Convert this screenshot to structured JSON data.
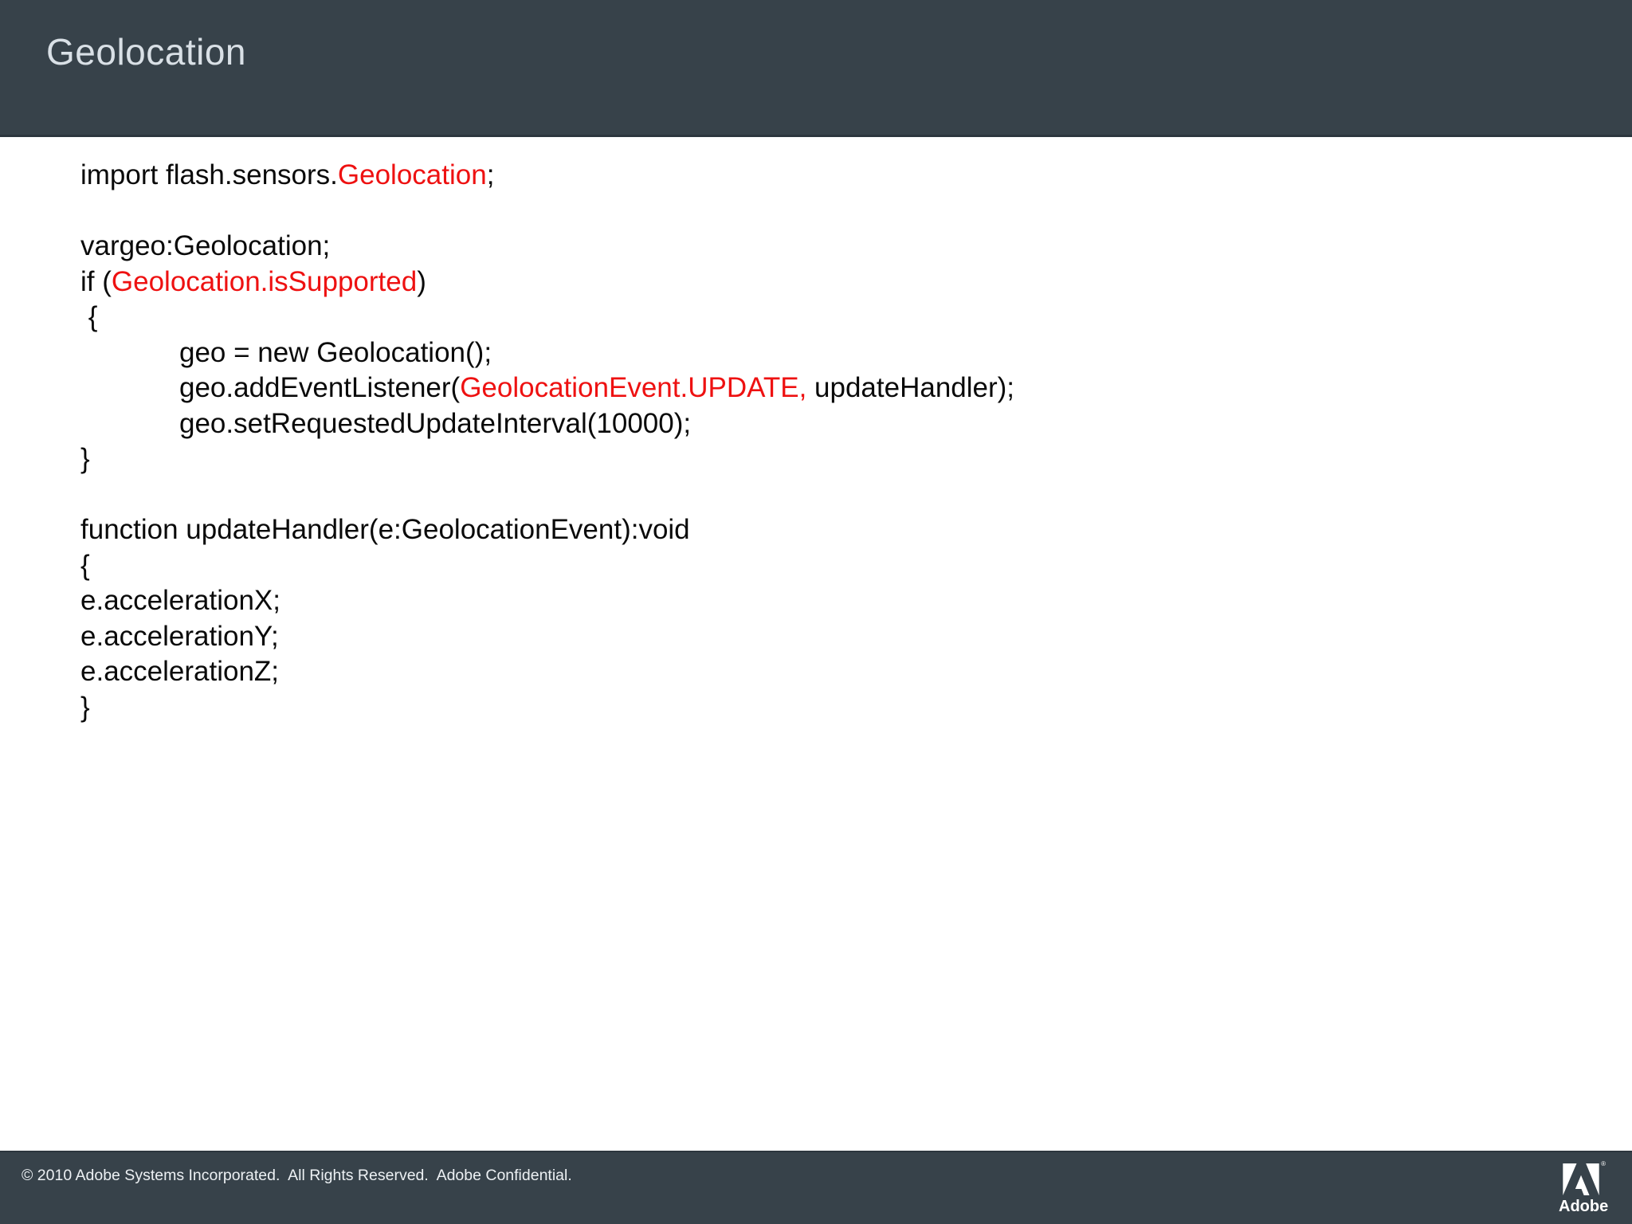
{
  "header": {
    "title": "Geolocation"
  },
  "colors": {
    "bar_bg": "#37424A",
    "red": "#EE1111",
    "title": "#D9E0E6",
    "footer_text": "#EDF1F4"
  },
  "code": {
    "lines": [
      {
        "indent": 0,
        "segments": [
          {
            "text": "import flash.sensors.",
            "color": "black"
          },
          {
            "text": "Geolocation",
            "color": "red"
          },
          {
            "text": ";",
            "color": "black"
          }
        ]
      },
      {
        "indent": 0,
        "segments": []
      },
      {
        "indent": 0,
        "segments": [
          {
            "text": "vargeo:Geolocation;",
            "color": "black"
          }
        ]
      },
      {
        "indent": 0,
        "segments": [
          {
            "text": "if (",
            "color": "black"
          },
          {
            "text": "Geolocation.isSupported",
            "color": "red"
          },
          {
            "text": ")",
            "color": "black"
          }
        ]
      },
      {
        "indent": 0,
        "segments": [
          {
            "text": " {",
            "color": "black"
          }
        ]
      },
      {
        "indent": 1,
        "segments": [
          {
            "text": "geo = new Geolocation();",
            "color": "black"
          }
        ]
      },
      {
        "indent": 1,
        "segments": [
          {
            "text": "geo.addEventListener(",
            "color": "black"
          },
          {
            "text": "GeolocationEvent.UPDATE,",
            "color": "red"
          },
          {
            "text": " updateHandler);",
            "color": "black"
          }
        ]
      },
      {
        "indent": 1,
        "segments": [
          {
            "text": "geo.setRequestedUpdateInterval(10000);",
            "color": "black"
          }
        ]
      },
      {
        "indent": 0,
        "segments": [
          {
            "text": "}",
            "color": "black"
          }
        ]
      },
      {
        "indent": 0,
        "segments": []
      },
      {
        "indent": 0,
        "segments": [
          {
            "text": "function updateHandler(e:GeolocationEvent):void",
            "color": "black"
          }
        ]
      },
      {
        "indent": 0,
        "segments": [
          {
            "text": "{",
            "color": "black"
          }
        ]
      },
      {
        "indent": 0,
        "segments": [
          {
            "text": "e.accelerationX;",
            "color": "black"
          }
        ]
      },
      {
        "indent": 0,
        "segments": [
          {
            "text": "e.accelerationY;",
            "color": "black"
          }
        ]
      },
      {
        "indent": 0,
        "segments": [
          {
            "text": "e.accelerationZ;",
            "color": "black"
          }
        ]
      },
      {
        "indent": 0,
        "segments": [
          {
            "text": "}",
            "color": "black"
          }
        ]
      }
    ]
  },
  "footer": {
    "copyright": "© 2010 Adobe Systems Incorporated.  All Rights Reserved.  Adobe Confidential.",
    "logo_label": "Adobe",
    "registered_mark": "®"
  }
}
